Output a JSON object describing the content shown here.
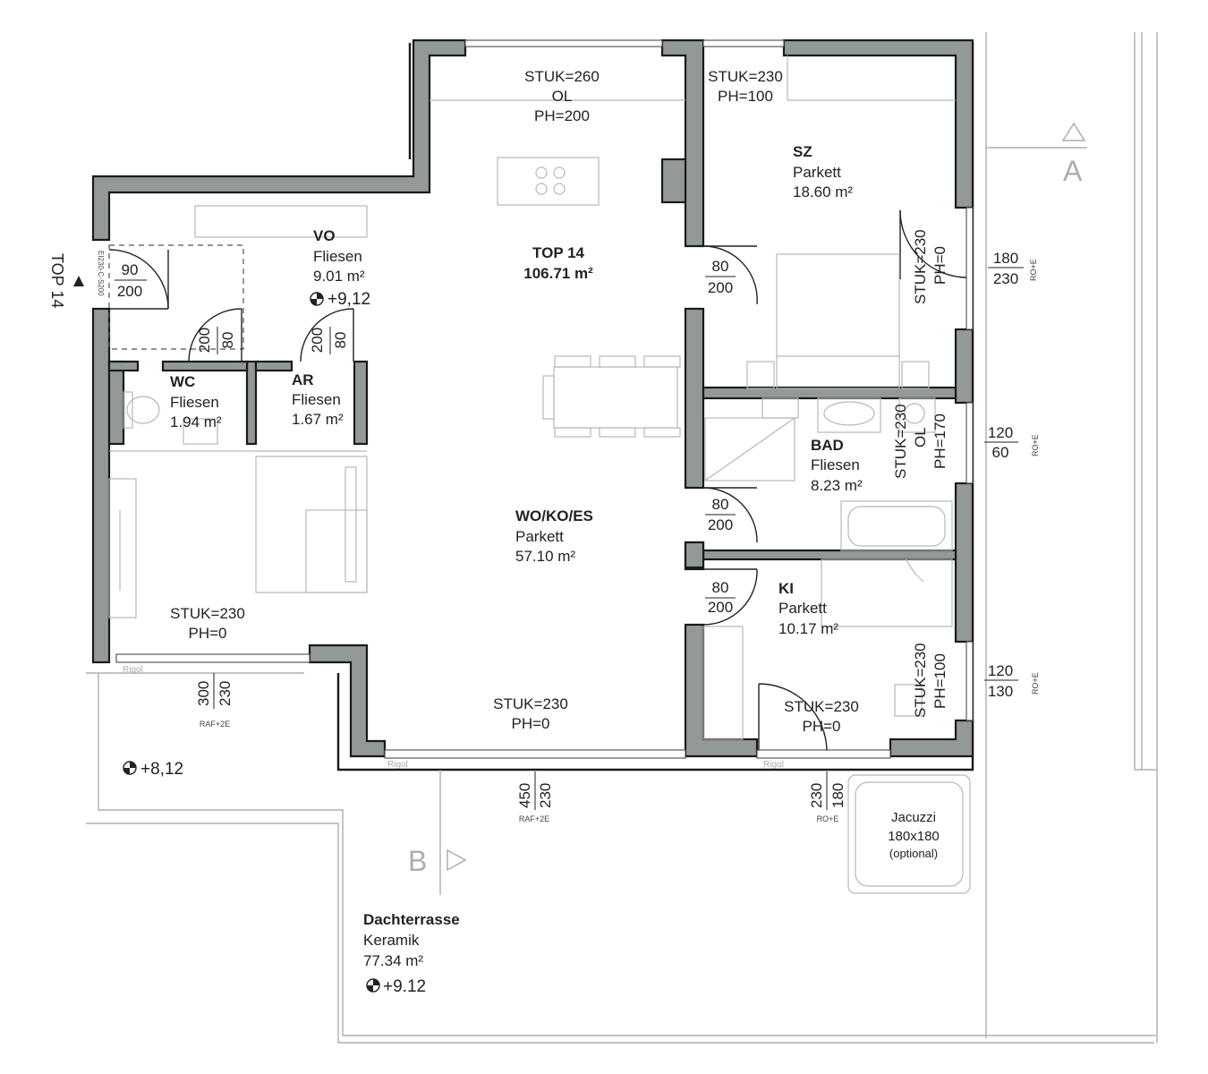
{
  "rooms": {
    "top": {
      "name": "TOP 14",
      "area": "106.71 m²"
    },
    "vo": {
      "name": "VO",
      "floor": "Fliesen",
      "area": "9.01 m²"
    },
    "wc": {
      "name": "WC",
      "floor": "Fliesen",
      "area": "1.94 m²"
    },
    "ar": {
      "name": "AR",
      "floor": "Fliesen",
      "area": "1.67 m²"
    },
    "wo": {
      "name": "WO/KO/ES",
      "floor": "Parkett",
      "area": "57.10 m²"
    },
    "sz": {
      "name": "SZ",
      "floor": "Parkett",
      "area": "18.60 m²"
    },
    "bad": {
      "name": "BAD",
      "floor": "Fliesen",
      "area": "8.23 m²"
    },
    "ki": {
      "name": "KI",
      "floor": "Parkett",
      "area": "10.17 m²"
    },
    "dach": {
      "name": "Dachterrasse",
      "floor": "Keramik",
      "area": "77.34 m²"
    }
  },
  "levels": {
    "vo": "+9,12",
    "outdoor": "+8,12",
    "terrace": "+9.12"
  },
  "notes": {
    "kitchen_stuk": "STUK=260",
    "kitchen_ol": "OL",
    "kitchen_ph": "PH=200",
    "sz_stuk": "STUK=230",
    "sz_ph": "PH=100",
    "living_stuk": "STUK=230",
    "living_ph": "PH=0",
    "bottom_stuk": "STUK=230",
    "bottom_ph": "PH=0",
    "ki_stuk": "STUK=230",
    "ki_ph": "PH=0",
    "szwin_stuk": "STUK=230",
    "szwin_ph": "PH=0",
    "badwin_stuk": "STUK=230",
    "badwin_ol": "OL",
    "badwin_ph": "PH=170",
    "kiwin_stuk": "STUK=230",
    "kiwin_ph": "PH=100"
  },
  "doors": {
    "entry_w": "90",
    "entry_h": "200",
    "wc_w": "80",
    "wc_h": "200",
    "ar_w": "80",
    "ar_h": "200",
    "sz_w": "80",
    "sz_h": "200",
    "bad_w": "80",
    "bad_h": "200",
    "ki_w": "80",
    "ki_h": "200"
  },
  "windows": {
    "sz_w": "180",
    "sz_h": "230",
    "sz_type": "RO+E",
    "bad_w": "120",
    "bad_h": "60",
    "bad_type": "RO+E",
    "ki_w": "120",
    "ki_h": "130",
    "ki_type": "RO+E",
    "living_w": "300",
    "living_h": "230",
    "living_type": "RAF+2E",
    "main_w": "450",
    "main_h": "230",
    "main_type": "RAF+2E",
    "ki_door_w": "230",
    "ki_door_h": "180",
    "ki_door_type": "RO+E",
    "rigol": "Rigol"
  },
  "entry": {
    "label": "TOP 14",
    "fire": "EI230-C-S200"
  },
  "sections": {
    "a": "A",
    "b": "B"
  },
  "jacuzzi": {
    "name": "Jacuzzi",
    "size": "180x180",
    "note": "(optional)"
  }
}
